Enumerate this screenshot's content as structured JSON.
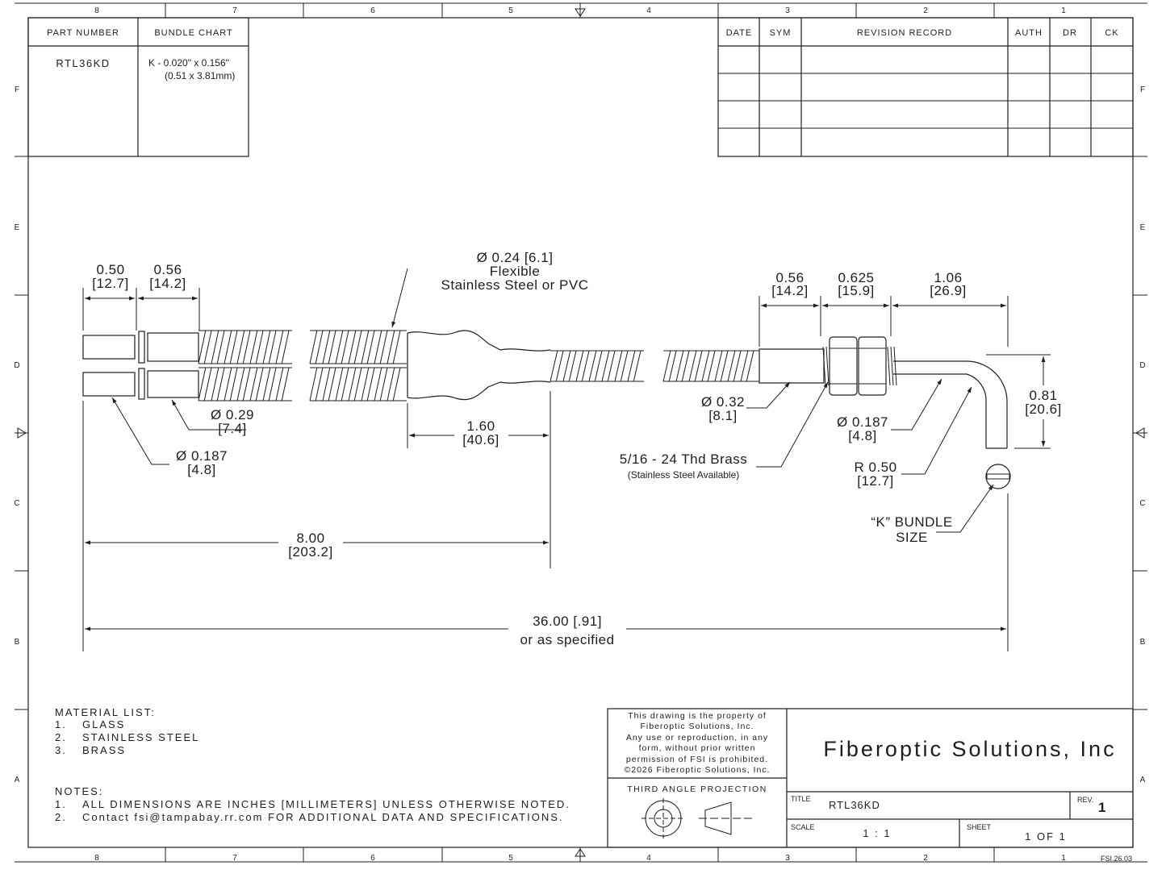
{
  "zone_columns": [
    "8",
    "7",
    "6",
    "5",
    "4",
    "3",
    "2",
    "1"
  ],
  "zone_rows": [
    "F",
    "E",
    "D",
    "C",
    "B",
    "A"
  ],
  "part_table": {
    "part_number_header": "PART NUMBER",
    "bundle_chart_header": "BUNDLE CHART",
    "part_number": "RTL36KD",
    "bundle_line1": "K - 0.020\" x 0.156\"",
    "bundle_line2": "(0.51 x 3.81mm)"
  },
  "revision_table": {
    "headers": [
      "DATE",
      "SYM",
      "REVISION RECORD",
      "AUTH",
      "DR",
      "CK"
    ]
  },
  "dimensions": {
    "d050": "0.50",
    "d050_mm": "[12.7]",
    "d056a": "0.56",
    "d056a_mm": "[14.2]",
    "sheath_dia": "Ø 0.24 [6.1]",
    "sheath_l2": "Flexible",
    "sheath_l3": "Stainless Steel or PVC",
    "d056b": "0.56",
    "d056b_mm": "[14.2]",
    "d0625": "0.625",
    "d0625_mm": "[15.9]",
    "d106": "1.06",
    "d106_mm": "[26.9]",
    "d029": "Ø 0.29",
    "d029_mm": "[7.4]",
    "d0187a": "Ø 0.187",
    "d0187a_mm": "[4.8]",
    "d160": "1.60",
    "d160_mm": "[40.6]",
    "d032": "Ø 0.32",
    "d032_mm": "[8.1]",
    "thread": "5/16 - 24 Thd Brass",
    "thread_note": "(Stainless Steel Available)",
    "d0187b": "Ø 0.187",
    "d0187b_mm": "[4.8]",
    "d081": "0.81",
    "d081_mm": "[20.6]",
    "radius": "R 0.50",
    "radius_mm": "[12.7]",
    "bundle_size_l1": "“K” BUNDLE",
    "bundle_size_l2": "SIZE",
    "d800": "8.00",
    "d800_mm": "[203.2]",
    "d3600": "36.00 [.91]",
    "d3600_note": "or as specified"
  },
  "materials": {
    "title": "MATERIAL LIST:",
    "items": [
      {
        "num": "1.",
        "text": "GLASS"
      },
      {
        "num": "2.",
        "text": "STAINLESS STEEL"
      },
      {
        "num": "3.",
        "text": "BRASS"
      }
    ]
  },
  "notes": {
    "title": "NOTES:",
    "items": [
      {
        "num": "1.",
        "text": "ALL DIMENSIONS ARE INCHES [MILLIMETERS] UNLESS OTHERWISE NOTED."
      },
      {
        "num": "2.",
        "text": "Contact fsi@tampabay.rr.com FOR ADDITIONAL DATA AND SPECIFICATIONS."
      }
    ]
  },
  "title_block": {
    "property_lines": [
      "This drawing is the property of",
      "Fiberoptic Solutions, Inc.",
      "Any use or reproduction, in any",
      "form, without prior written",
      "permission of FSI is prohibited.",
      "©2026 Fiberoptic Solutions, Inc."
    ],
    "projection": "THIRD ANGLE PROJECTION",
    "company": "Fiberoptic Solutions, Inc",
    "title_label": "TITLE",
    "title": "RTL36KD",
    "rev_label": "REV.",
    "rev": "1",
    "scale_label": "SCALE",
    "scale": "1 : 1",
    "sheet_label": "SHEET",
    "sheet": "1  OF 1",
    "form_id": "FSI.26.03"
  }
}
